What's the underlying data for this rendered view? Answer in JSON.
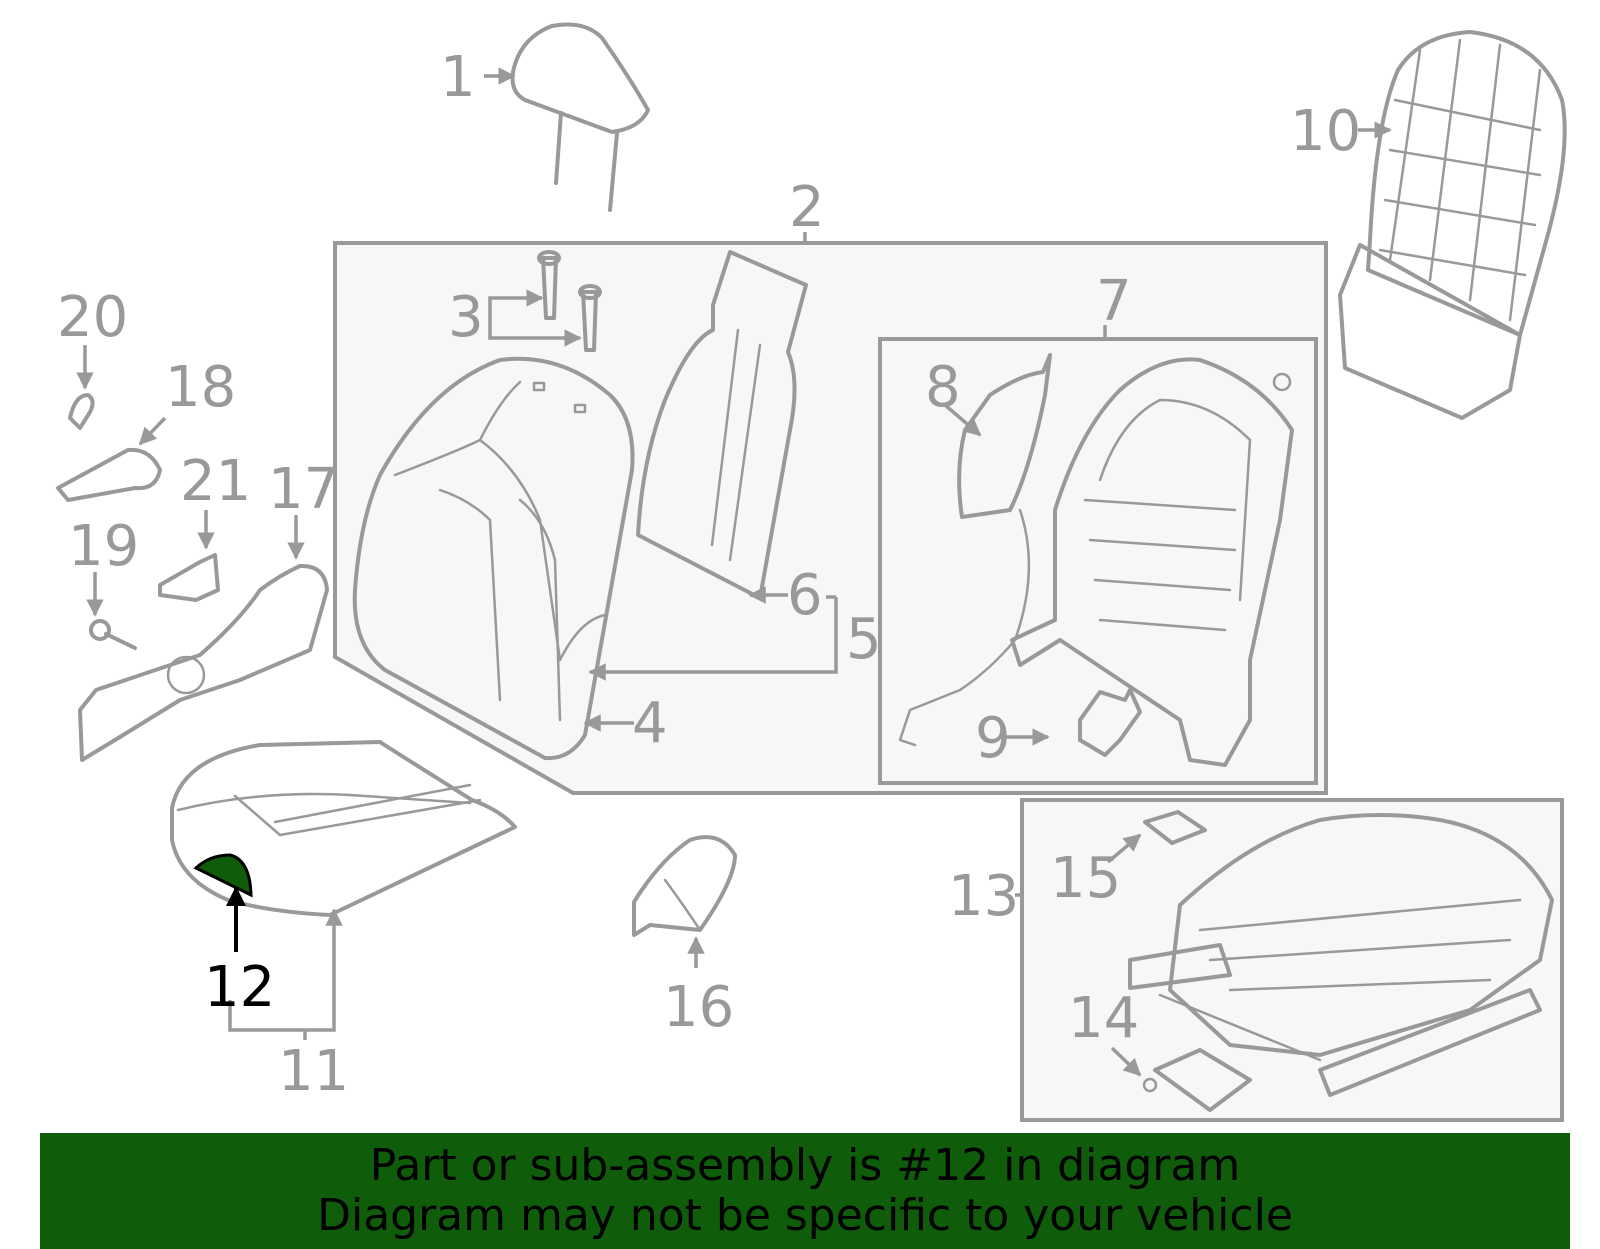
{
  "diagram": {
    "highlight_color": "#0f5c0a",
    "highlighted_part": "12",
    "callouts": [
      {
        "id": "c1",
        "text": "1"
      },
      {
        "id": "c2",
        "text": "2"
      },
      {
        "id": "c3",
        "text": "3"
      },
      {
        "id": "c4",
        "text": "4"
      },
      {
        "id": "c5",
        "text": "5"
      },
      {
        "id": "c6",
        "text": "6"
      },
      {
        "id": "c7",
        "text": "7"
      },
      {
        "id": "c8",
        "text": "8"
      },
      {
        "id": "c9",
        "text": "9"
      },
      {
        "id": "c10",
        "text": "10"
      },
      {
        "id": "c11",
        "text": "11"
      },
      {
        "id": "c12",
        "text": "12"
      },
      {
        "id": "c13",
        "text": "13"
      },
      {
        "id": "c14",
        "text": "14"
      },
      {
        "id": "c15",
        "text": "15"
      },
      {
        "id": "c16",
        "text": "16"
      },
      {
        "id": "c17",
        "text": "17"
      },
      {
        "id": "c18",
        "text": "18"
      },
      {
        "id": "c19",
        "text": "19"
      },
      {
        "id": "c20",
        "text": "20"
      },
      {
        "id": "c21",
        "text": "21"
      }
    ]
  },
  "banner": {
    "line1": "Part or sub-assembly is #12 in diagram",
    "line2": "Diagram may not be specific to your vehicle",
    "background": "#0f5c0a"
  }
}
